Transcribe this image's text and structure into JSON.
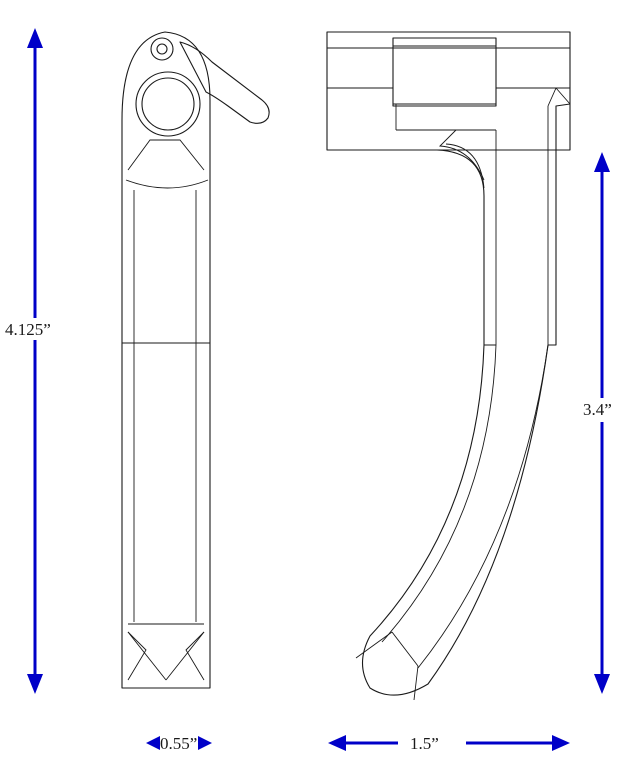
{
  "dimensions": {
    "overall_height": "4.125”",
    "handle_length": "3.4”",
    "side_width": "0.55”",
    "front_width": "1.5”"
  },
  "colors": {
    "dimension_arrow": "#0000c8",
    "outline": "#1a1a1a",
    "background": "#ffffff"
  }
}
